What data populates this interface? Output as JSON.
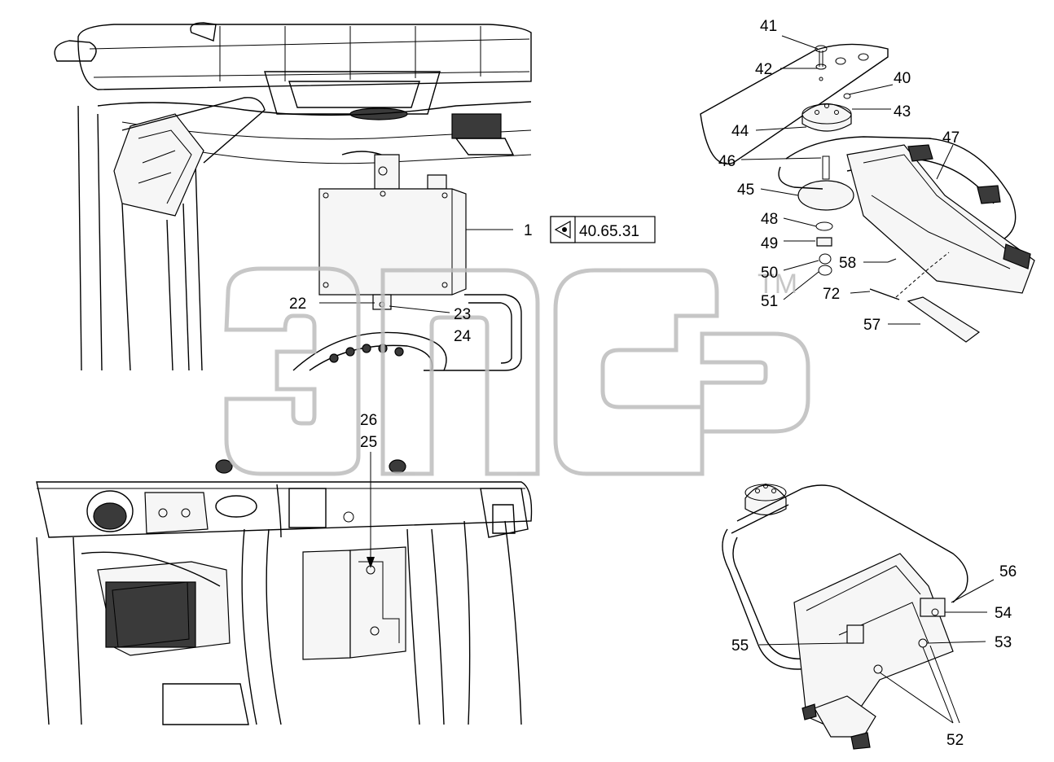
{
  "watermark": {
    "text": "эпсд",
    "tm": "TM"
  },
  "reference_box": {
    "text": "40.65.31"
  },
  "callouts": [
    {
      "id": "c1",
      "text": "1"
    },
    {
      "id": "c22",
      "text": "22"
    },
    {
      "id": "c23",
      "text": "23"
    },
    {
      "id": "c24",
      "text": "24"
    },
    {
      "id": "c26",
      "text": "26"
    },
    {
      "id": "c25",
      "text": "25"
    },
    {
      "id": "c41",
      "text": "41"
    },
    {
      "id": "c42",
      "text": "42"
    },
    {
      "id": "c40",
      "text": "40"
    },
    {
      "id": "c43",
      "text": "43"
    },
    {
      "id": "c44",
      "text": "44"
    },
    {
      "id": "c46",
      "text": "46"
    },
    {
      "id": "c47",
      "text": "47"
    },
    {
      "id": "c45",
      "text": "45"
    },
    {
      "id": "c48",
      "text": "48"
    },
    {
      "id": "c49",
      "text": "49"
    },
    {
      "id": "c50",
      "text": "50"
    },
    {
      "id": "c58",
      "text": "58"
    },
    {
      "id": "c72",
      "text": "72"
    },
    {
      "id": "c51",
      "text": "51"
    },
    {
      "id": "c57",
      "text": "57"
    },
    {
      "id": "c56",
      "text": "56"
    },
    {
      "id": "c54",
      "text": "54"
    },
    {
      "id": "c55",
      "text": "55"
    },
    {
      "id": "c53",
      "text": "53"
    },
    {
      "id": "c52",
      "text": "52"
    }
  ]
}
